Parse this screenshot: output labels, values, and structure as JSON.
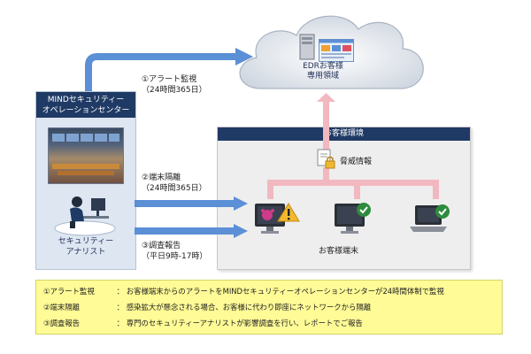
{
  "cloud": {
    "line1": "EDRお客様",
    "line2": "専用領域"
  },
  "soc": {
    "title_line1": "MINDセキュリティー",
    "title_line2": "オペレーションセンター",
    "analyst_line1": "セキュリティー",
    "analyst_line2": "アナリスト"
  },
  "flows": {
    "alert": {
      "line1": "①アラート監視",
      "line2": "（24時間365日）"
    },
    "isolation": {
      "line1": "②端末隔離",
      "line2": "（24時間365日）"
    },
    "report": {
      "line1": "③調査報告",
      "line2": "（平日9時-17時）"
    }
  },
  "env": {
    "title": "お客様環境",
    "threat_label": "脅威情報",
    "terminals_label": "お客様端末"
  },
  "legend": [
    {
      "label": "①アラート監視",
      "sep": "：",
      "text": "お客様端末からのアラートをMINDセキュリティーオペレーションセンターが24時間体制で監視"
    },
    {
      "label": "②端末隔離",
      "sep": "：",
      "text": "感染拡大が懸念される場合、お客様に代わり即座にネットワークから隔離"
    },
    {
      "label": "③調査報告",
      "sep": "：",
      "text": "専門のセキュリティーアナリストが影響調査を行い、レポートでご報告"
    }
  ],
  "colors": {
    "navy": "#1f3a64",
    "arrow_blue": "#5b8fd6",
    "pink": "#f2b8c0",
    "legend_bg": "#fffb96"
  }
}
